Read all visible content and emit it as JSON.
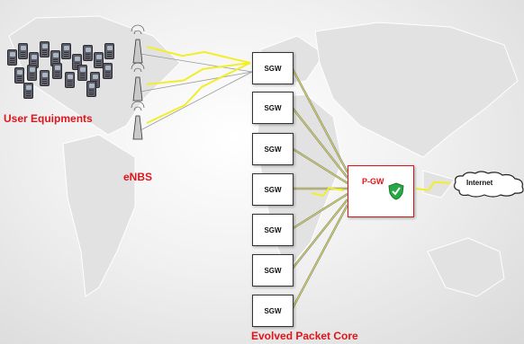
{
  "title": "",
  "labels": {
    "user_equipments": "User Equipments",
    "enbs": "eNBS",
    "evolved_packet_core": "Evolved Packet Core"
  },
  "nodes": {
    "sgw": [
      "SGW",
      "SGW",
      "SGW",
      "SGW",
      "SGW",
      "SGW",
      "SGW"
    ],
    "pgw": "P-GW",
    "internet": "Internet"
  },
  "icons": {
    "ue": "mobile-phone-icon",
    "enb": "cell-tower-icon",
    "security": "shield-check-icon",
    "link": "lightning-icon"
  },
  "colors": {
    "accent_red": "#e0141b",
    "lightning_yellow": "#f2ee2a",
    "shield_green": "#27a844"
  }
}
